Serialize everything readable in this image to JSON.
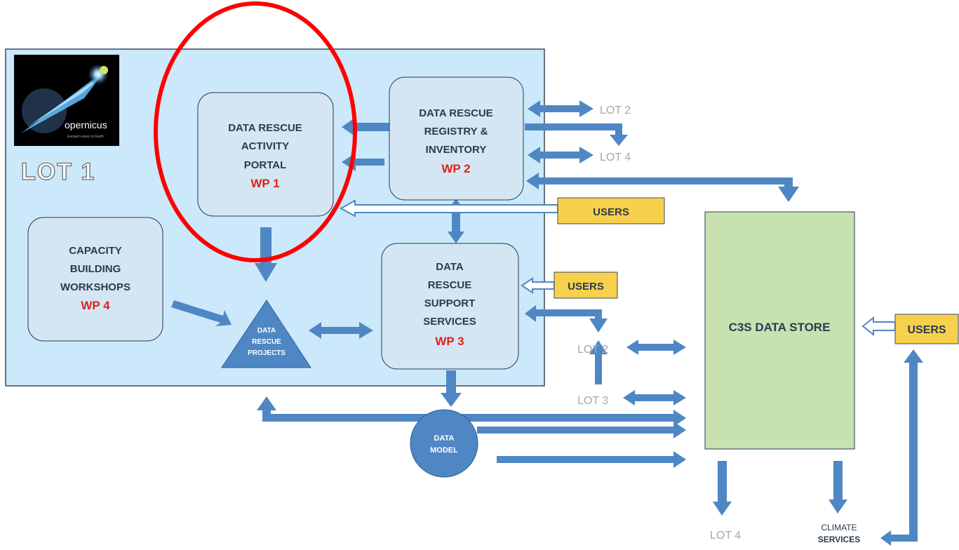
{
  "lot1": {
    "label": "LOT 1",
    "logo_text": "opernicus",
    "logo_subtext": "Europe's eyes on Earth"
  },
  "boxes": {
    "wp1": {
      "lines": [
        "DATA RESCUE",
        "ACTIVITY",
        "PORTAL"
      ],
      "wp": "WP 1"
    },
    "wp2": {
      "lines": [
        "DATA RESCUE",
        "REGISTRY &",
        "INVENTORY"
      ],
      "wp": "WP 2"
    },
    "wp3": {
      "lines": [
        "DATA",
        "RESCUE",
        "SUPPORT",
        "SERVICES"
      ],
      "wp": "WP 3"
    },
    "wp4": {
      "lines": [
        "CAPACITY",
        "BUILDING",
        "WORKSHOPS"
      ],
      "wp": "WP 4"
    }
  },
  "projects": [
    "DATA",
    "RESCUE",
    "PROJECTS"
  ],
  "data_model": [
    "DATA",
    "MODEL"
  ],
  "store": "C3S DATA STORE",
  "users": {
    "u1": "USERS",
    "u2": "USERS",
    "u3": "USERS"
  },
  "lots": {
    "lot2_top": "LOT 2",
    "lot4_top": "LOT 4",
    "lot2_mid": "LOT 2",
    "lot3": "LOT 3",
    "lot4_bottom": "LOT 4"
  },
  "climate": [
    "CLIMATE",
    "SERVICES"
  ],
  "colors": {
    "arrow": "#4f87c4",
    "lot_bg": "#cce8fb",
    "box_bg": "#d4e6f3",
    "store_bg": "#c8e1b1",
    "users_bg": "#f7d04c",
    "wp_red": "#e0211a",
    "highlight": "#ff0000",
    "text_dark": "#2b3a52",
    "lot_gray": "#a7a7a7"
  }
}
